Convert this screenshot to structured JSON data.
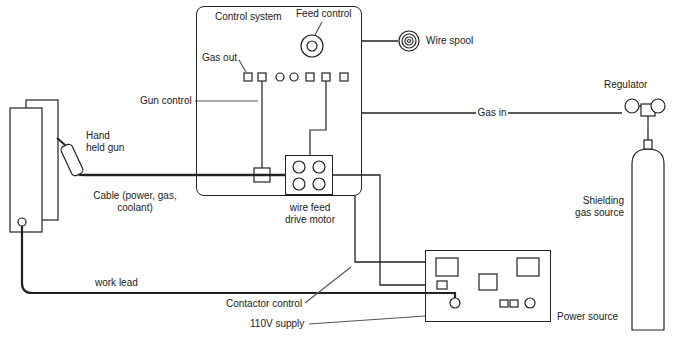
{
  "diagram": {
    "nodes": [
      {
        "text": [
          "Control system"
        ]
      },
      {
        "text": [
          "Wire spool"
        ]
      },
      {
        "text": [
          "Regulator"
        ]
      },
      {
        "text": [
          "Hand held gun"
        ]
      },
      {
        "text": [
          "wire feed drive motor"
        ]
      },
      {
        "text": [
          "Shielding gas source"
        ]
      },
      {
        "text": [
          "Power source"
        ]
      }
    ],
    "edges": [
      {
        "from": 2,
        "to": 0,
        "label": "Gas in",
        "arrow": "none"
      },
      {
        "from": 5,
        "to": 2,
        "arrow": "none"
      },
      {
        "from": 1,
        "to": 0,
        "arrow": "none"
      },
      {
        "from": 4,
        "to": 3,
        "arrow": "none"
      },
      {
        "from": 6,
        "to": 0,
        "arrow": "none"
      },
      {
        "from": 6,
        "to": 4,
        "arrow": "none"
      }
    ],
    "labels": [
      "Feed control",
      "Gas out",
      "Gun control",
      "Cable (power, gas, coolant)",
      "work lead",
      "Contactor control",
      "110V supply"
    ]
  }
}
